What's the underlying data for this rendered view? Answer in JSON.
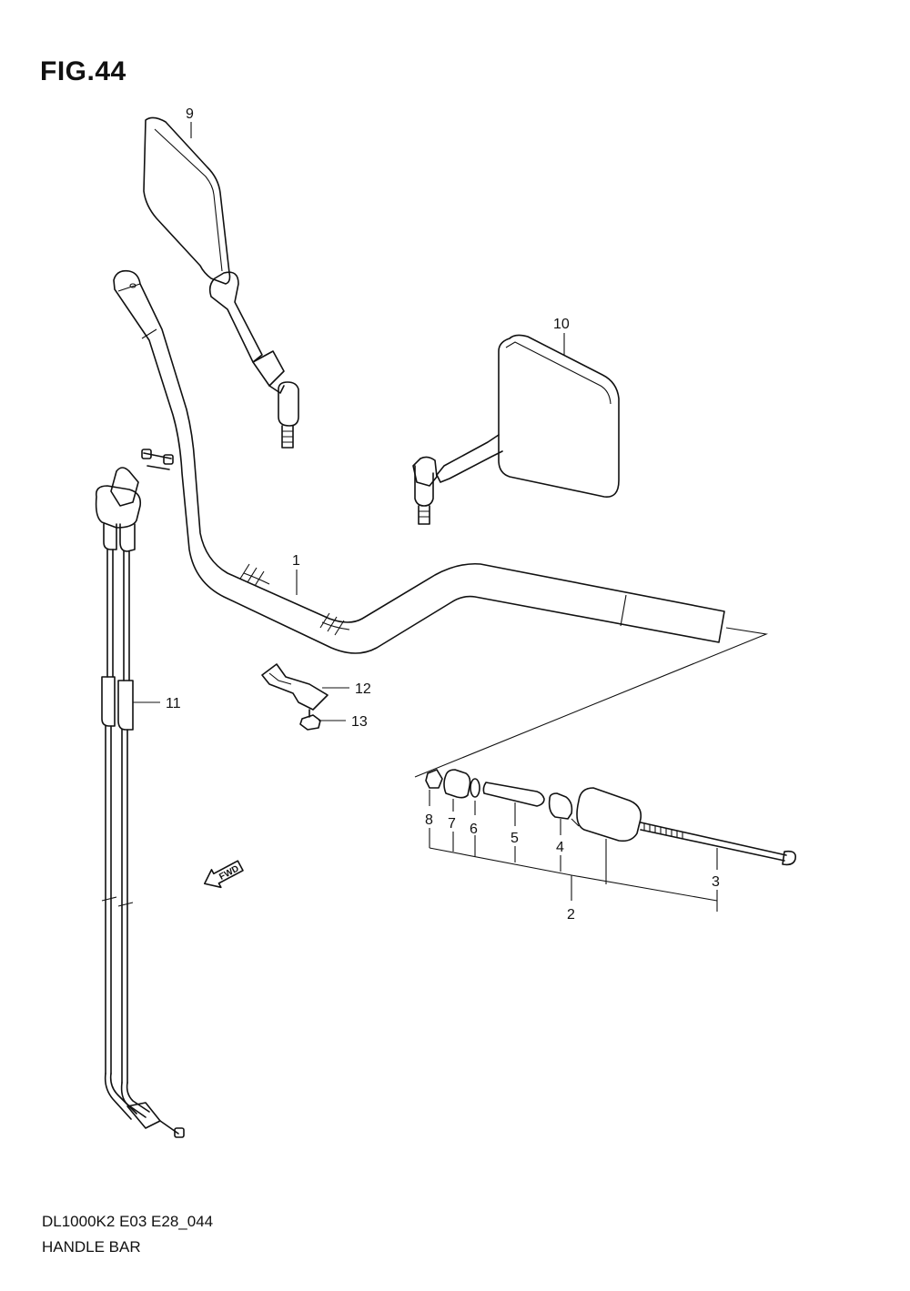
{
  "figure": {
    "title": "FIG.44"
  },
  "footer": {
    "model_code": "DL1000K2 E03 E28_044",
    "section_name": "HANDLE BAR"
  },
  "callouts": {
    "c1": "1",
    "c2": "2",
    "c3": "3",
    "c4": "4",
    "c5": "5",
    "c6": "6",
    "c7": "7",
    "c8": "8",
    "c9": "9",
    "c10": "10",
    "c11": "11",
    "c12": "12",
    "c13": "13"
  },
  "direction_marker": {
    "label": "FWD",
    "icon": "fwd-arrow-icon"
  }
}
